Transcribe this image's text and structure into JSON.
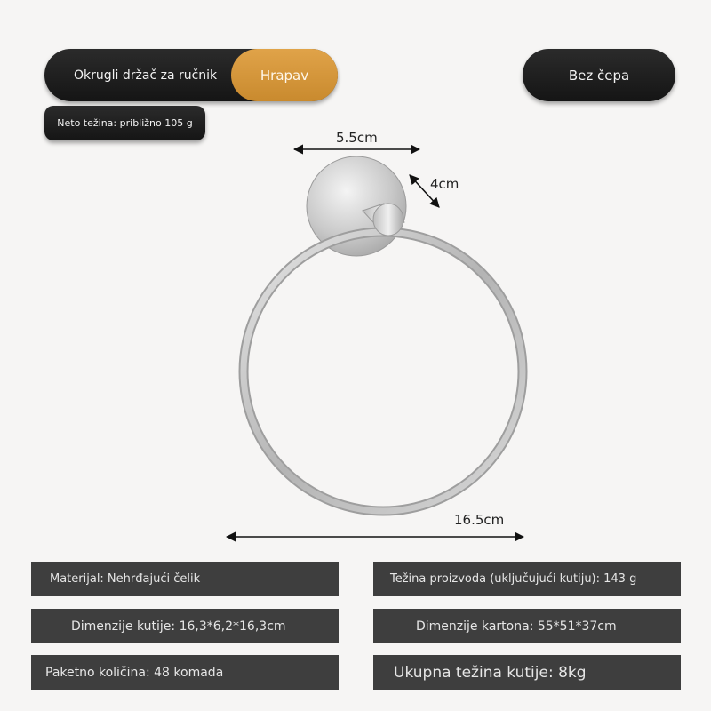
{
  "header": {
    "product_name": "Okrugli držač za ručnik",
    "selected_type": "Hrapav",
    "option": "Bez čepa",
    "net_weight": "Neto težina: približno 105 g"
  },
  "dimensions": {
    "top_width": "5.5cm",
    "depth": "4cm",
    "ring_width": "16.5cm"
  },
  "specs": {
    "material": "Materijal: Nehrđajući čelik",
    "product_weight": "Težina proizvoda (uključujući kutiju): 143 g",
    "box_dims": "Dimenzije kutije: 16,3*6,2*16,3cm",
    "carton_dims": "Dimenzije kartona: 55*51*37cm",
    "package_qty": "Paketno količina: 48 komada",
    "total_box_weight": "Ukupna težina kutije: 8kg"
  }
}
